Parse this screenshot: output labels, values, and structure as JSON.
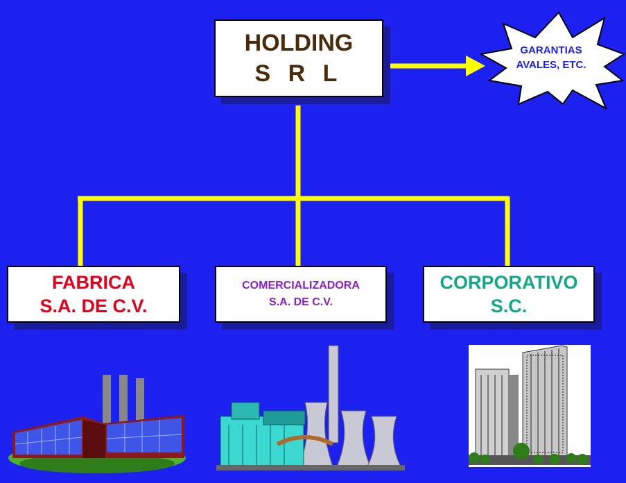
{
  "holding": {
    "line1": "HOLDING",
    "line2": "S R L"
  },
  "guarantees": {
    "line1": "GARANTIAS",
    "line2": "AVALES, ETC."
  },
  "subsidiaries": {
    "fabrica": {
      "line1": "FABRICA",
      "line2": "S.A. DE C.V."
    },
    "comercializadora": {
      "line1": "COMERCIALIZADORA",
      "line2": "S.A. DE C.V."
    },
    "corporativo": {
      "line1": "CORPORATIVO",
      "line2": "S.C."
    }
  },
  "colors": {
    "background": "#1c21f0",
    "connector": "#ffff00",
    "holding_text": "#4a2c0a",
    "fabrica_text": "#e4001b",
    "comercializadora_text": "#8a1ec8",
    "corporativo_text": "#12a886"
  },
  "illustrations": [
    "factory-illustration",
    "power-plant-illustration",
    "office-buildings-illustration"
  ]
}
